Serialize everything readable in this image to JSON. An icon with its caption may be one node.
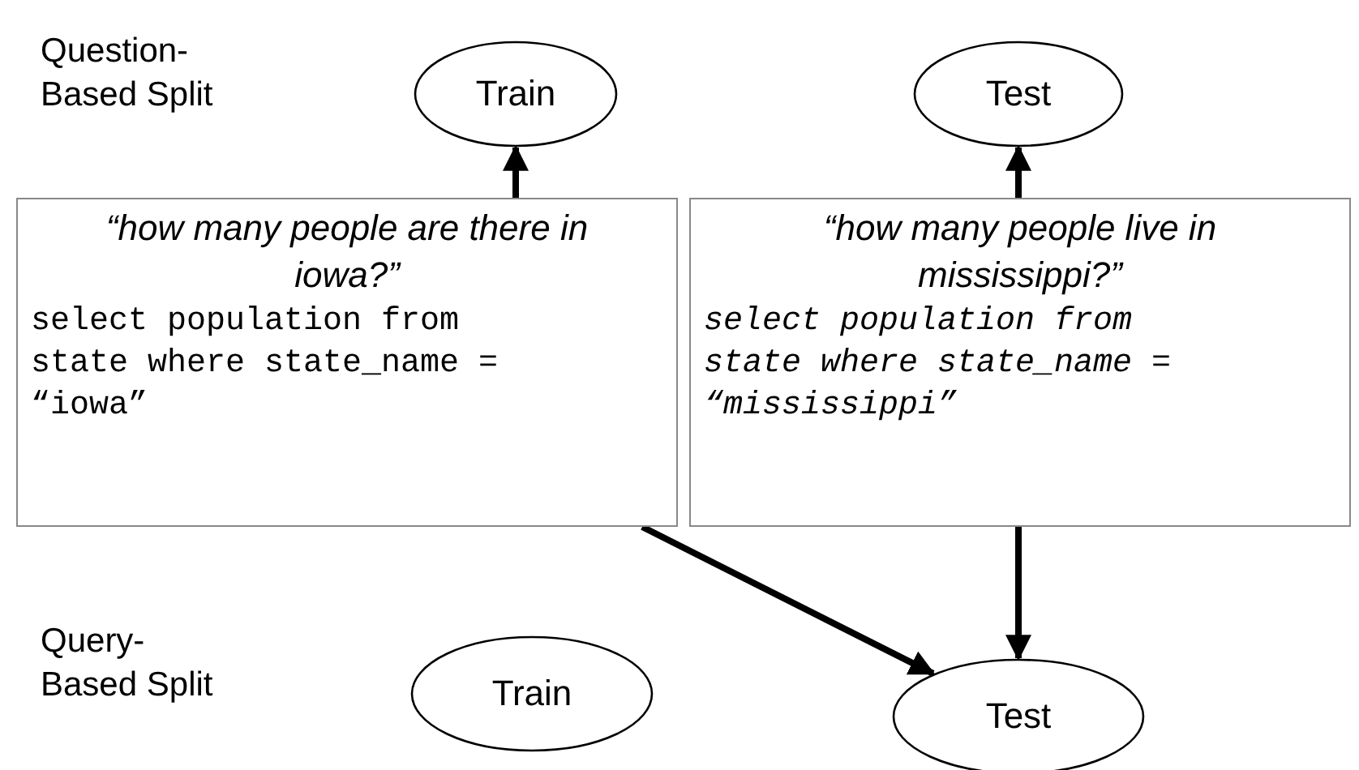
{
  "diagram": {
    "nodes": [
      {
        "text": [
          "Train"
        ]
      },
      {
        "text": [
          "Test"
        ]
      },
      {
        "text": [
          "“how many people are there in iowa?”",
          "select population from state where state_name = “iowa”"
        ]
      },
      {
        "text": [
          "“how many people live in mississippi?”",
          "select population from state where state_name = “mississippi”"
        ]
      },
      {
        "text": [
          "Train"
        ]
      },
      {
        "text": [
          "Test"
        ]
      }
    ],
    "edges": [
      {
        "from": 2,
        "to": 0,
        "arrow": "to"
      },
      {
        "from": 3,
        "to": 1,
        "arrow": "to"
      },
      {
        "from": 2,
        "to": 5,
        "arrow": "to"
      },
      {
        "from": 3,
        "to": 5,
        "arrow": "to"
      }
    ],
    "labels": [
      "Question-Based Split",
      "Query-Based Split"
    ]
  }
}
